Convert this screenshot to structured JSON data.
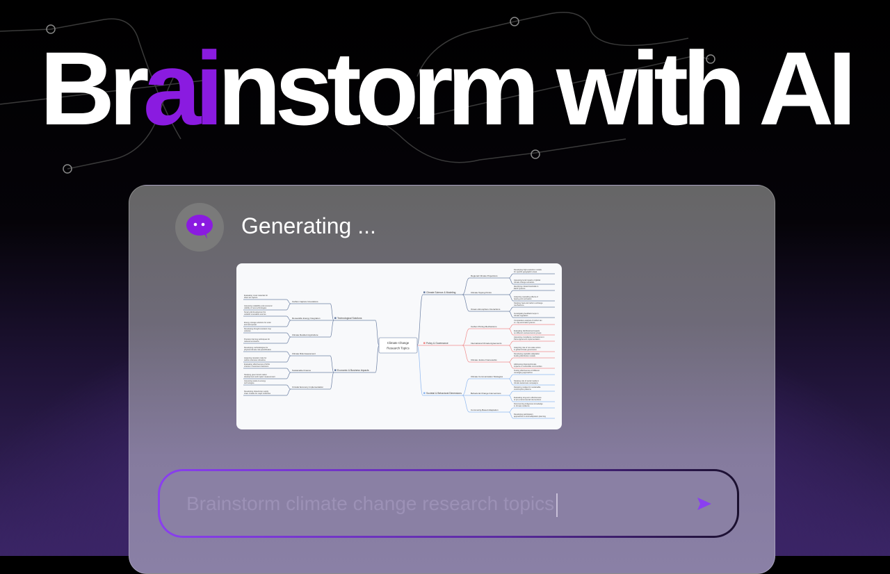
{
  "hero": {
    "pre": "Br",
    "accent": "ai",
    "post": "nstorm with AI",
    "accent_color": "#8a1be0"
  },
  "chat": {
    "avatar_icon": "chat-bubble-icon",
    "status": "Generating ..."
  },
  "mindmap": {
    "center": [
      "Climate Change",
      "Research Topics"
    ],
    "branches": [
      {
        "side": "right",
        "label": "Climate Science & Modeling",
        "color": "#6b7fa3",
        "subs": [
          {
            "label": "Regional Climate Projections",
            "leaves": [
              "Developing high-resolution models for specific geographic areas",
              "Assessing local impacts of global climate change scenarios"
            ]
          },
          {
            "label": "Climate Tipping Points",
            "leaves": [
              "Identifying critical thresholds in Earth systems",
              "Analyzing cascading effects of tipping point activation"
            ]
          },
          {
            "label": "Ocean-Atmosphere Interactions",
            "leaves": [
              "Studying heat and carbon exchange mechanisms",
              "Investigating feedback loops in climate regulation"
            ]
          }
        ]
      },
      {
        "side": "right",
        "label": "Policy & Governance",
        "color": "#f08c8c",
        "subs": [
          {
            "label": "Carbon Pricing Mechanisms",
            "leaves": [
              "Comparative analysis of carbon tax vs. cap-and-trade systems",
              "Evaluating distributional impacts on different socioeconomic groups"
            ]
          },
          {
            "label": "International Climate Agreements",
            "leaves": [
              "Assessing compliance mechanisms in Paris Agreement implementation",
              "Analyzing role of non-state actors in global climate governance"
            ]
          },
          {
            "label": "Climate Justice Frameworks",
            "leaves": [
              "Developing equitable adaptation funding distribution models",
              "Addressing disproportionate impacts on vulnerable communities"
            ]
          }
        ]
      },
      {
        "side": "right",
        "label": "Societal & Behavioral Dimensions",
        "color": "#8fb8f0",
        "subs": [
          {
            "label": "Climate Communication Strategies",
            "leaves": [
              "Testing effectiveness of different messaging approaches",
              "Studying role of social media in climate awareness campaigns"
            ]
          },
          {
            "label": "Behavioral Change Interventions",
            "leaves": [
              "Designing nudges for sustainable consumption patterns",
              "Evaluating long-term effectiveness of pro-environmental interventions"
            ]
          },
          {
            "label": "Community-Based Adaptation",
            "leaves": [
              "Documenting indigenous knowledge in climate resilience",
              "Developing participatory approaches to local adaptation planning"
            ]
          }
        ]
      },
      {
        "side": "left",
        "label": "Technological Solutions",
        "color": "#6b7fa3",
        "subs": [
          {
            "label": "Carbon Capture Innovations",
            "leaves": [
              "Evaluating novel materials for direct air capture",
              "Assessing scalability and economic viability of new technologies"
            ]
          },
          {
            "label": "Renewable Energy Integration",
            "leaves": [
              "Smart grid development for variable renewable sources",
              "Energy storage solutions for solar and wind power"
            ]
          },
          {
            "label": "Climate Resilient Agriculture",
            "leaves": [
              "Developing drought-resistant crop varieties",
              "Precision farming techniques for reduced emissions"
            ]
          }
        ]
      },
      {
        "side": "left",
        "label": "Economic & Business Impacts",
        "color": "#6b7fa3",
        "subs": [
          {
            "label": "Climate Risk Assessment",
            "leaves": [
              "Developing methodologies for physical climate risk quantification",
              "Analyzing transition risks for carbon-intensive industries"
            ]
          },
          {
            "label": "Sustainable Finance",
            "leaves": [
              "Evaluating effectiveness of ESG criteria in investment decisions",
              "Studying green bond market development and impact measurement"
            ]
          },
          {
            "label": "Circular Economy Implementation",
            "leaves": [
              "Assessing waste-to-energy technologies",
              "Developing closed-loop supply chain models for major industries"
            ]
          }
        ]
      }
    ]
  },
  "input": {
    "value": "Brainstorm climate change research topics",
    "send_icon": "send-arrow-icon"
  }
}
